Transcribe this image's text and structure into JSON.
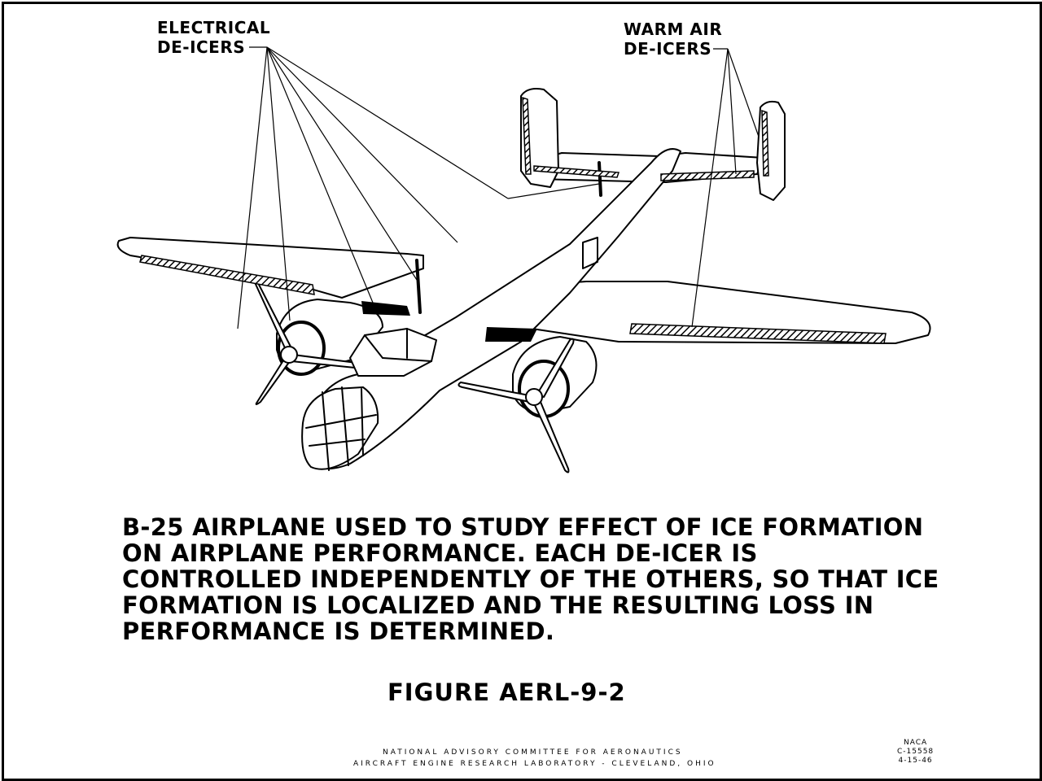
{
  "callouts": {
    "electrical": [
      "ELECTRICAL",
      "DE-ICERS"
    ],
    "warm_air": [
      "WARM AIR",
      "DE-ICERS"
    ]
  },
  "caption": "B-25 AIRPLANE USED TO STUDY EFFECT OF ICE FORMATION ON AIRPLANE PERFORMANCE. EACH DE-ICER IS CONTROLLED INDEPENDENTLY OF THE OTHERS, SO THAT ICE FORMATION IS LOCALIZED AND THE RESULTING LOSS IN PERFORMANCE IS DETERMINED.",
  "figure_id": "FIGURE AERL-9-2",
  "footer": {
    "line1": "NATIONAL ADVISORY COMMITTEE FOR AERONAUTICS",
    "line2": "AIRCRAFT ENGINE RESEARCH LABORATORY - CLEVELAND, OHIO"
  },
  "stamp": [
    "NACA",
    "C-15558",
    "4-15-46"
  ]
}
